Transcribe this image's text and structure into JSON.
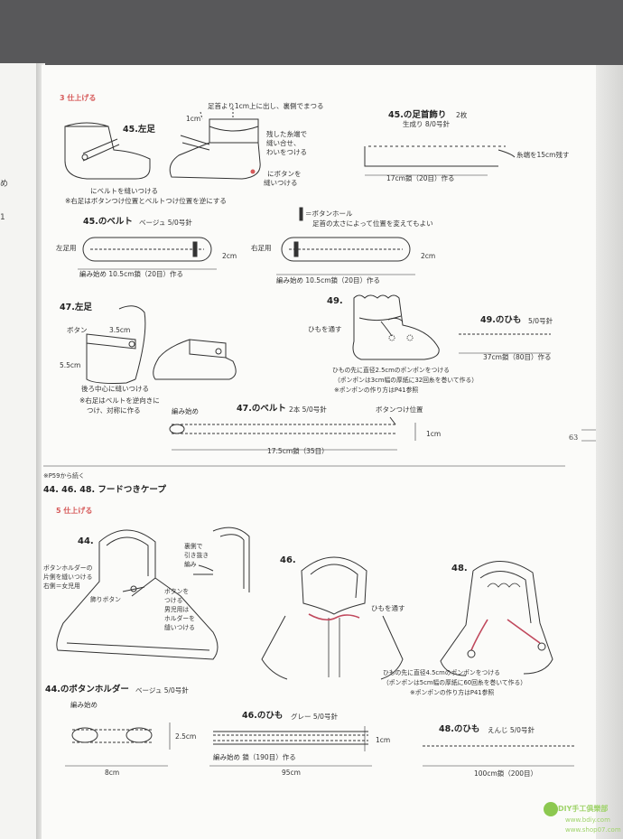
{
  "left_page": {
    "fragments": [
      "め",
      "1"
    ]
  },
  "section3": {
    "heading": "3  仕上げる",
    "item45_label": "45.左足",
    "note_top": "足首より1cm上に出し、裏側でまつる",
    "note_1cm": "1cm",
    "note_thread": [
      "残した糸端で",
      "縫い合せ、",
      "わいをつける"
    ],
    "note_button": [
      "にボタンを",
      "縫いつける"
    ],
    "note_belt_a": "にベルトを縫いつける",
    "note_belt_b": "※右足はボタンつけ位置とベルトつけ位置を逆にする",
    "ankle_title": "45.の足首飾り",
    "ankle_count": "2枚",
    "ankle_spec": "生成り  8/0号針",
    "ankle_thread": "糸端を15cm残す",
    "ankle_length": "17cm鎖（20目）作る",
    "buttonhole_legend": "＝ボタンホール",
    "buttonhole_note": "足首の太さによって位置を変えてもよい",
    "belt45_title": "45.のベルト",
    "belt45_spec": "ベージュ   5/0号針",
    "left_foot": "左足用",
    "right_foot": "右足用",
    "belt_2cm": "2cm",
    "belt45_start": "編み始め 10.5cm鎖（20目）作る",
    "item47_label": "47.左足",
    "button_label": "ボタン",
    "dim_35": "3.5cm",
    "dim_55": "5.5cm",
    "note_back_center": "後ろ中心に縫いつける",
    "note_right47": [
      "※右足はベルトを逆向きに",
      "つけ、対称に作る"
    ],
    "item49_label": "49.",
    "pass_cord": "ひもを通す",
    "cord49_title": "49.のひも",
    "cord49_spec": "5/0号針",
    "cord49_length": "37cm鎖（80目）作る",
    "pompom49": [
      "ひもの先に直径2.5cmのポンポンをつける",
      "（ポンポンは3cm幅の厚紙に32回糸を巻いて作る）",
      "※ポンポンの作り方はP41参照"
    ],
    "belt47_start": "編み始め",
    "belt47_title": "47.のベルト",
    "belt47_spec": "2本   5/0号針",
    "button_pos": "ボタンつけ位置",
    "belt47_1cm": "1cm",
    "belt47_length": "17.5cm鎖（35目）"
  },
  "page_number": "63",
  "section5": {
    "continued": "※P59から続く",
    "cape_title": "44. 46. 48.  フードつきケープ",
    "heading": "5  仕上げる",
    "item44": "44.",
    "note_holder": [
      "ボタンホルダーの",
      "片側を縫いつける",
      "右側＝女児用"
    ],
    "note_pull": [
      "裏側で",
      "引き抜き",
      "編み"
    ],
    "deco_button": "飾りボタン",
    "note_boy": [
      "ボタンを",
      "つける",
      "男児用は",
      "ホルダーを",
      "縫いつける"
    ],
    "item46": "46.",
    "pass_cord": "ひもを通す",
    "item48": "48.",
    "pompom48": [
      "ひもの先に直径4.5cmのポンポンをつける",
      "（ポンポンは5cm幅の厚紙に60回糸を巻いて作る）",
      "※ポンポンの作り方はP41参照"
    ],
    "holder44_title": "44.のボタンホルダー",
    "holder44_spec": "ベージュ   5/0号針",
    "holder_start": "編み始め",
    "holder_25": "2.5cm",
    "holder_8": "8cm",
    "cord46_title": "46.のひも",
    "cord46_spec": "グレー   5/0号針",
    "cord46_1cm": "1cm",
    "cord46_start": "編み始め 鎖（190目）作る",
    "cord46_length": "95cm",
    "cord48_title": "48.のひも",
    "cord48_spec": "えんじ   5/0号針",
    "cord48_length": "100cm鎖（200目）"
  },
  "watermark": {
    "site": "DIY手工俱樂部",
    "url": "www.bdiy.com",
    "sub": "www.shop07.com"
  },
  "colors": {
    "accent_red": "#d65a5a",
    "pompom_pink": "#d9899a",
    "ink": "#333333"
  }
}
